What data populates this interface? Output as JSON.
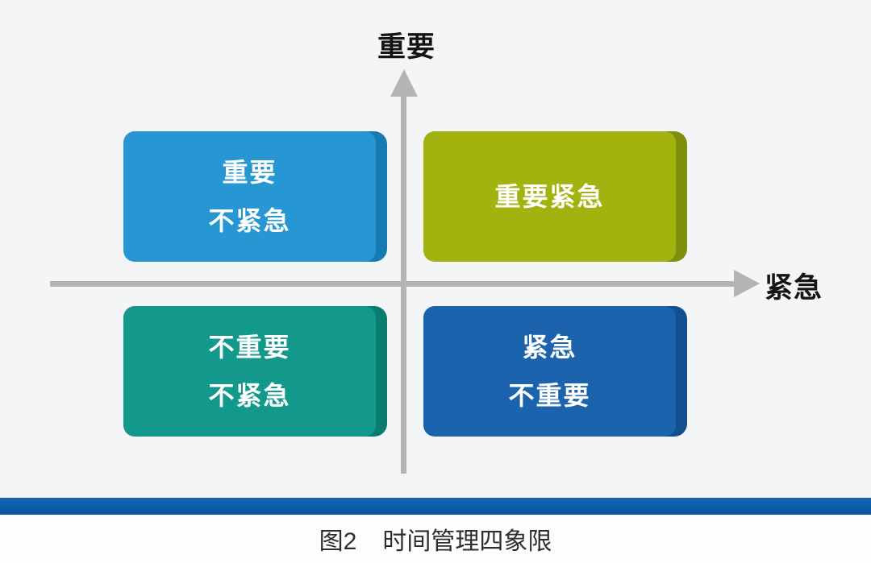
{
  "figure": {
    "caption_label": "图2",
    "caption_title": "时间管理四象限"
  },
  "axes": {
    "y_label": "重要",
    "x_label": "紧急",
    "line_color": "#b4b4b4",
    "label_color": "#151515"
  },
  "quadrants": [
    {
      "position": "top-left",
      "line1": "重要",
      "line2": "不紧急",
      "face": "#2697d2",
      "edge": "#157bb0"
    },
    {
      "position": "top-right",
      "line1": "重要紧急",
      "line2": "",
      "face": "#a2b30f",
      "edge": "#7e900b"
    },
    {
      "position": "bottom-left",
      "line1": "不重要",
      "line2": "不紧急",
      "face": "#12998b",
      "edge": "#0a7b6f"
    },
    {
      "position": "bottom-right",
      "line1": "紧急",
      "line2": "不重要",
      "face": "#1c63ad",
      "edge": "#124f8e"
    }
  ],
  "colors": {
    "chart_background": "#f4f5f7",
    "bottom_bar": "#0b54a0",
    "caption_background": "#fdfdfd",
    "quadrant_text": "#ffffff"
  }
}
